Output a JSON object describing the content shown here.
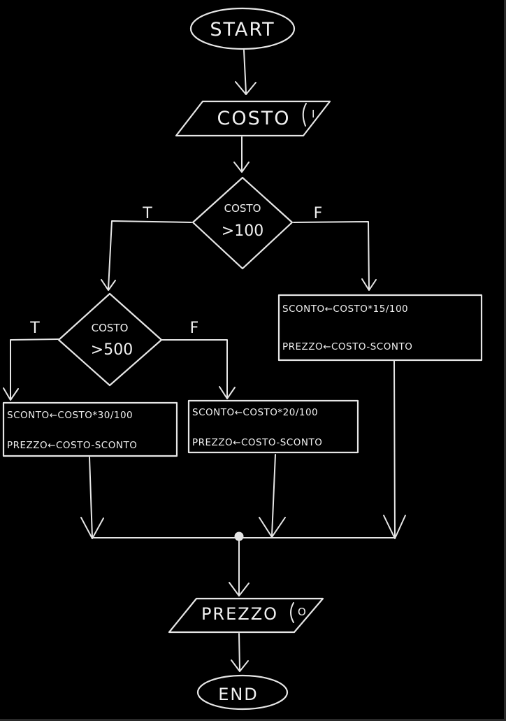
{
  "nodes": {
    "start": {
      "label": "START"
    },
    "input": {
      "label": "COSTO",
      "tag": "I"
    },
    "decision1": {
      "line1": "COSTO",
      "line2": ">100"
    },
    "decision2": {
      "line1": "COSTO",
      "line2": ">500"
    },
    "process_f1": {
      "line1": "SCONTO←COSTO*15/100",
      "line2": "PREZZO←COSTO-SCONTO"
    },
    "process_t2": {
      "line1": "SCONTO←COSTO*30/100",
      "line2": "PREZZO←COSTO-SCONTO"
    },
    "process_f2": {
      "line1": "SCONTO←COSTO*20/100",
      "line2": "PREZZO←COSTO-SCONTO"
    },
    "output": {
      "label": "PREZZO",
      "tag": "O"
    },
    "end": {
      "label": "END"
    }
  },
  "branches": {
    "d1_true": "T",
    "d1_false": "F",
    "d2_true": "T",
    "d2_false": "F"
  },
  "colors": {
    "background": "#000000",
    "stroke": "#e6e6e6"
  }
}
